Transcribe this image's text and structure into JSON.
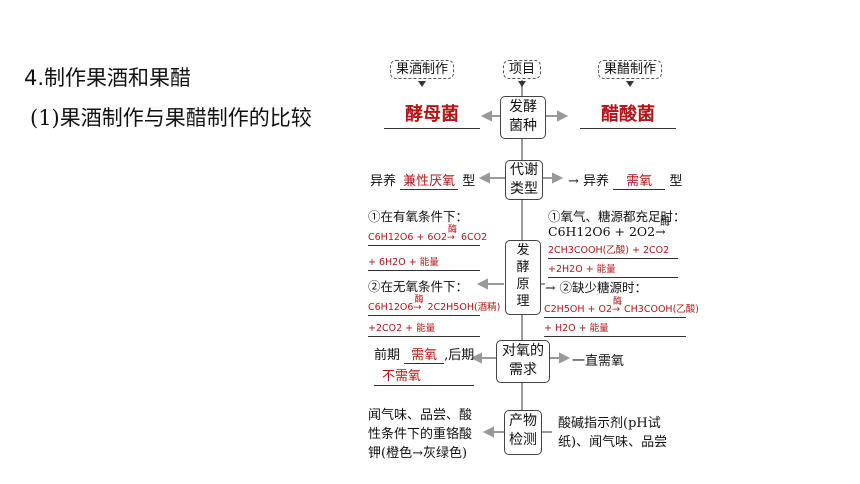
{
  "title": "4.制作果酒和果醋",
  "subtitle": "(1)果酒制作与果醋制作的比较",
  "headers": {
    "left": "果酒制作",
    "center": "项目",
    "right": "果醋制作"
  },
  "rows": {
    "strain": {
      "label": [
        "发酵",
        "菌种"
      ],
      "left": "酵母菌",
      "right": "醋酸菌"
    },
    "metabolism": {
      "label": [
        "代谢",
        "类型"
      ],
      "left_prefix": "异养",
      "left_answer": "兼性厌氧",
      "left_suffix": "型",
      "right_prefix": "→ 异养",
      "right_answer": "需氧",
      "right_suffix": "型"
    },
    "principle": {
      "label": [
        "发",
        "酵",
        "原",
        "理"
      ],
      "left_cond1": "①在有氧条件下：",
      "left_eq1_a": "C6H12O6 + 6O2",
      "left_eq1_b": "6CO2",
      "left_eq1_enzyme": "酶",
      "left_eq1_c": "+ 6H2O + 能量",
      "left_cond2": "②在无氧条件下：",
      "left_eq2_a": "C6H12O6",
      "left_eq2_b": "2C2H5OH(酒精)",
      "left_eq2_enzyme": "酶",
      "left_eq2_c": "+2CO2 + 能量",
      "right_cond1": "①氧气、糖源都充足时：",
      "right_eq1_a": "C6H12O6 + 2O2",
      "right_eq1_enzyme": "酶",
      "right_eq1_b": "2CH3COOH(乙酸) + 2CO2",
      "right_eq1_c": "+2H2O + 能量",
      "right_cond2": "→ ②缺少糖源时：",
      "right_eq2_a": "C2H5OH + O2",
      "right_eq2_enzyme": "酶",
      "right_eq2_b": "CH3COOH(乙酸)",
      "right_eq2_c": "+ H2O + 能量"
    },
    "oxygen": {
      "label": [
        "对氧的",
        "需求"
      ],
      "left_prefix": "前期",
      "left_answer1": "需氧",
      "left_mid": ",后期",
      "left_answer2": "不需氧",
      "right": "一直需氧"
    },
    "product": {
      "label": [
        "产物",
        "检测"
      ],
      "left": [
        "闻气味、品尝、酸",
        "性条件下的重铬酸",
        "钾(橙色→灰绿色)"
      ],
      "right": [
        "酸碱指示剂(pH试",
        "纸)、闻气味、品尝"
      ]
    }
  }
}
